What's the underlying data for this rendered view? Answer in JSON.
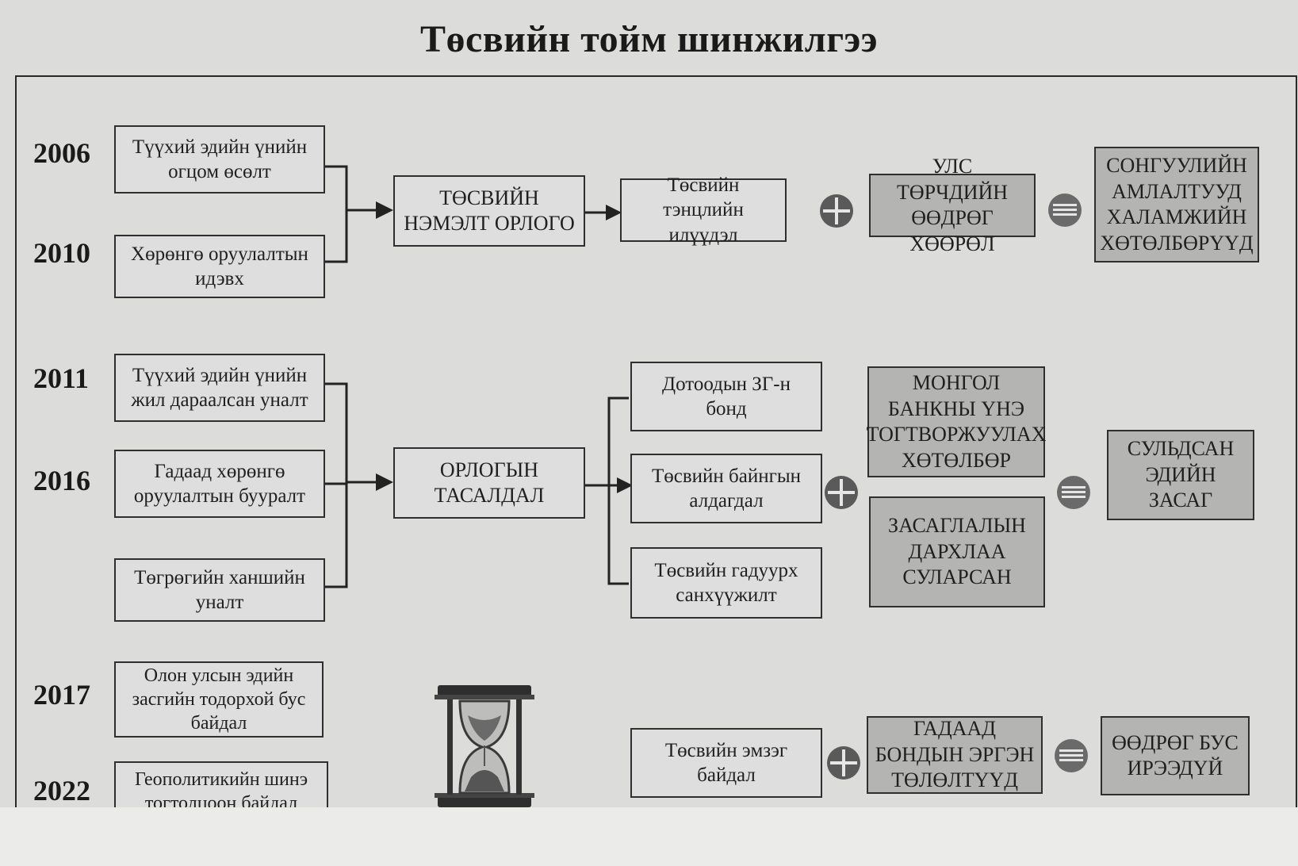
{
  "title": "Төсвийн тойм шинжилгээ",
  "years": [
    "2006",
    "2010",
    "2011",
    "2016",
    "2017",
    "2022"
  ],
  "left_boxes": [
    "Түүхий эдийн үнийн\nогцом өсөлт",
    "Хөрөнгө оруулалтын\nидэвх",
    "Түүхий эдийн үнийн\nжил дараалсан уналт",
    "Гадаад хөрөнгө\nоруулалтын бууралт",
    "Төгрөгийн ханшийн\nуналт",
    "Олон улсын эдийн\nзасгийн тодорхой бус\nбайдал",
    "Геополитикийн шинэ\nтогтолцоон байдал"
  ],
  "mid_boxes": {
    "extra_revenue": "ТӨСВИЙН\nНЭМЭЛТ ОРЛОГО",
    "revenue_shortfall": "ОРЛОГЫН\nТАСАЛДАЛ"
  },
  "effect_boxes": [
    "Төсвийн\nтэнцлийн илүүдэл",
    "Дотоодын ЗГ-н\nбонд",
    "Төсвийн байнгын\nалдагдал",
    "Төсвийн гадуурх\nсанхүүжилт",
    "Төсвийн эмзэг\nбайдал"
  ],
  "cause_boxes": [
    "УЛС ТӨРЧДИЙН\nӨӨДРӨГ ХӨӨРӨЛ",
    "МОНГОЛ\nБАНКНЫ ҮНЭ\nТОГТВОРЖУУЛАХ\nХӨТӨЛБӨР",
    "ЗАСАГЛАЛЫН\nДАРХЛАА\nСУЛАРСАН",
    "ГАДААД\nБОНДЫН ЭРГЭН\nТӨЛӨЛТҮҮД"
  ],
  "result_boxes": [
    "СОНГУУЛИЙН\nАМЛАЛТУУД\nХАЛАМЖИЙН\nХӨТӨЛБӨРҮҮД",
    "СУЛЬДСАН\nЭДИЙН ЗАСАГ",
    "ӨӨДРӨГ БУС\nИРЭЭДҮЙ"
  ],
  "operators": [
    "plus-icon",
    "equals-icon",
    "hourglass-icon"
  ]
}
